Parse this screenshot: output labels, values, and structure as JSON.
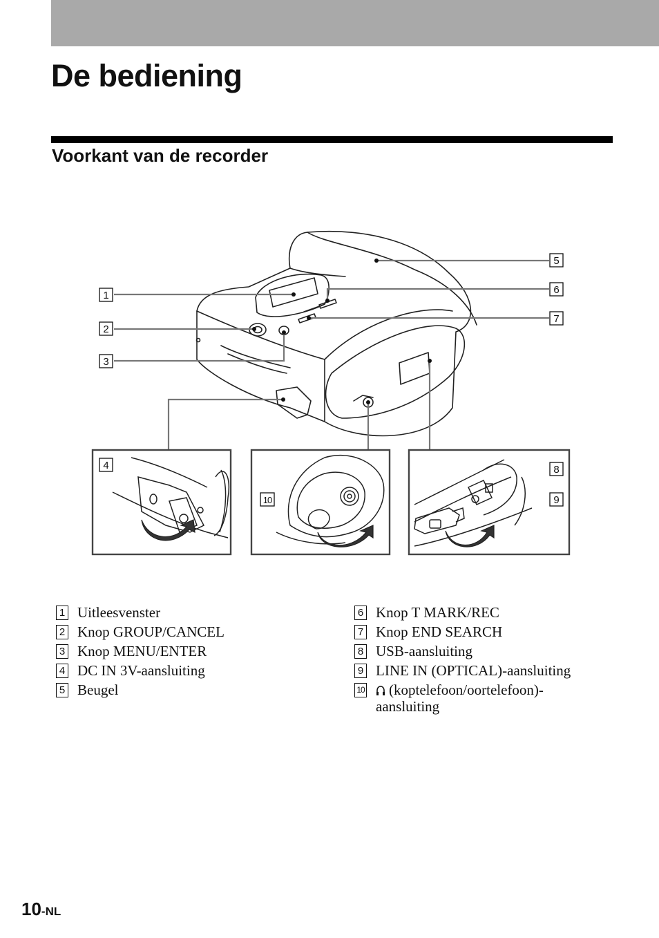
{
  "page": {
    "title": "De bediening",
    "section_title": "Voorkant van de recorder",
    "page_number": "10",
    "page_suffix": "-NL"
  },
  "callouts": [
    "1",
    "2",
    "3",
    "4",
    "5",
    "6",
    "7",
    "8",
    "9",
    "10"
  ],
  "legend_left": [
    {
      "num": "1",
      "text": "Uitleesvenster"
    },
    {
      "num": "2",
      "text": "Knop GROUP/CANCEL"
    },
    {
      "num": "3",
      "text": "Knop MENU/ENTER"
    },
    {
      "num": "4",
      "text": "DC IN 3V-aansluiting"
    },
    {
      "num": "5",
      "text": "Beugel"
    }
  ],
  "legend_right": [
    {
      "num": "6",
      "text": "Knop T MARK/REC"
    },
    {
      "num": "7",
      "text": "Knop END SEARCH"
    },
    {
      "num": "8",
      "text": "USB-aansluiting"
    },
    {
      "num": "9",
      "text": "LINE IN (OPTICAL)-aansluiting"
    },
    {
      "num": "10",
      "text": "(koptelefoon/oortelefoon)-",
      "text2": "aansluiting",
      "icon": "headphone-icon"
    }
  ]
}
